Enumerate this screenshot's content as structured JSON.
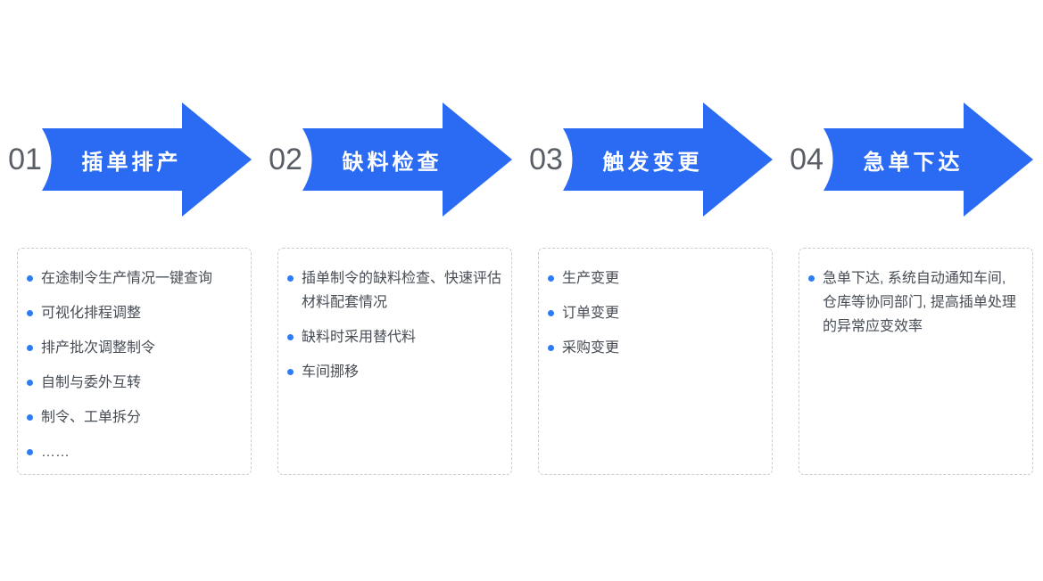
{
  "colors": {
    "arrow_blue": "#2b6bf3",
    "bullet_blue": "#2e7cf5",
    "number_gray": "#595e66",
    "text_gray": "#474d55",
    "border_gray": "#c9cdd6",
    "title_white": "#ffffff",
    "background": "#ffffff"
  },
  "steps": [
    {
      "number": "01",
      "title": "插单排产",
      "items": [
        "在途制令生产情况一键查询",
        "可视化排程调整",
        "排产批次调整制令",
        "自制与委外互转",
        "制令、工单拆分",
        "……"
      ]
    },
    {
      "number": "02",
      "title": "缺料检查",
      "items": [
        "插单制令的缺料检查、快速评估材料配套情况",
        "缺料时采用替代料",
        "车间挪移"
      ]
    },
    {
      "number": "03",
      "title": "触发变更",
      "items": [
        "生产变更",
        "订单变更",
        "采购变更"
      ]
    },
    {
      "number": "04",
      "title": "急单下达",
      "items": [
        "急单下达, 系统自动通知车间, 仓库等协同部门, 提高插单处理的异常应变效率"
      ]
    }
  ]
}
